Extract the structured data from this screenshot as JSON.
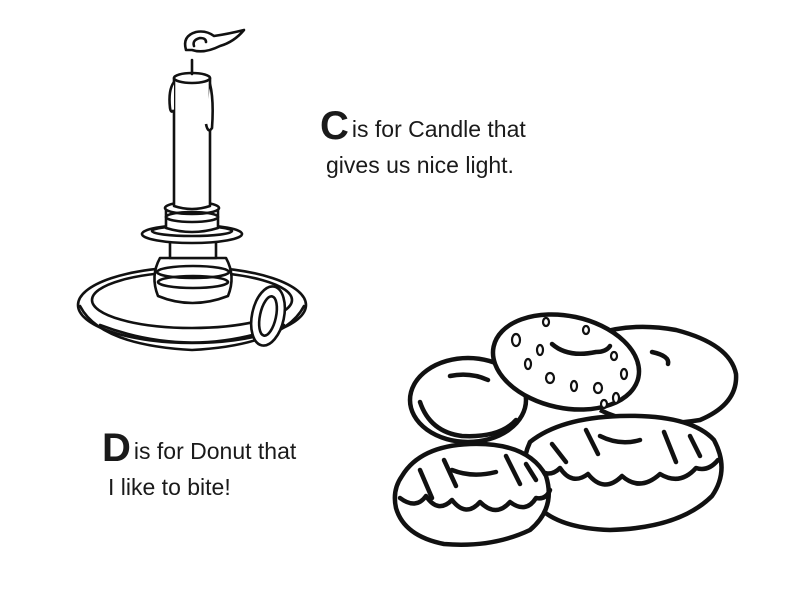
{
  "entries": [
    {
      "letter": "C",
      "rest": "is for Candle that",
      "line2": "gives us nice light."
    },
    {
      "letter": "D",
      "rest": "is for Donut that",
      "line2": "I like to bite!"
    }
  ],
  "colors": {
    "ink": "#111111",
    "paper": "#ffffff"
  },
  "illustrations": [
    "candle-illustration",
    "donuts-illustration"
  ]
}
